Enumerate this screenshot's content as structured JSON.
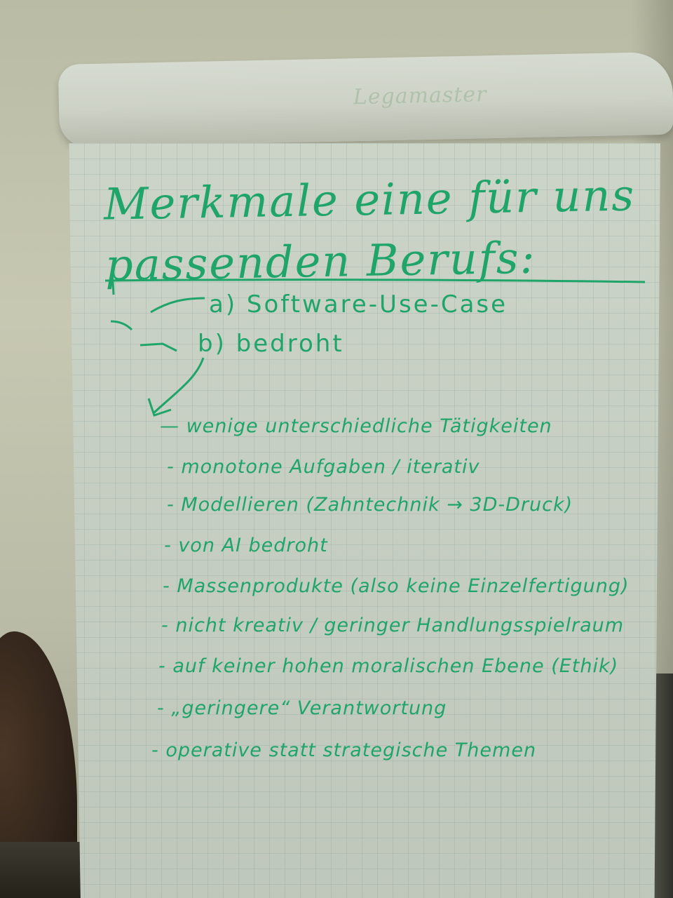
{
  "flipchart": {
    "brand": "Legamaster",
    "heading": {
      "line1": "Merkmale eine für uns",
      "line2": "passenden Berufs:"
    },
    "options": [
      "a) Software-Use-Case",
      "b) bedroht"
    ],
    "items": [
      "— wenige unterschiedliche Tätigkeiten",
      "- monotone Aufgaben / iterativ",
      "- Modellieren (Zahntechnik → 3D-Druck)",
      "- von AI bedroht",
      "- Massenprodukte (also keine Einzelfertigung)",
      "- nicht kreativ / geringer Handlungsspielraum",
      "- auf keiner hohen moralischen Ebene (Ethik)",
      "- „geringere“ Verantwortung",
      "- operative statt strategische Themen"
    ],
    "ink_color": "#1fa56a"
  }
}
